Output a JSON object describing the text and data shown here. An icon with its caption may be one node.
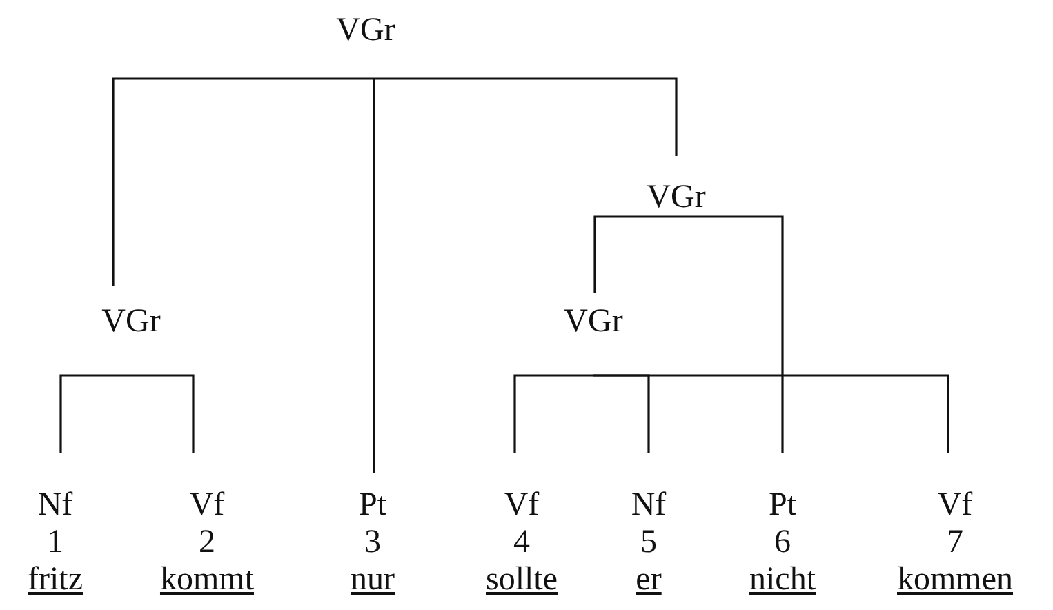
{
  "diagram": {
    "nodes": [
      {
        "text": [
          "VGr"
        ]
      },
      {
        "text": [
          "VGr"
        ]
      },
      {
        "text": [
          "VGr"
        ]
      },
      {
        "text": [
          "VGr"
        ]
      },
      {
        "text": [
          "Nf",
          "1",
          "fritz"
        ]
      },
      {
        "text": [
          "Vf",
          "2",
          "kommt"
        ]
      },
      {
        "text": [
          "Pt",
          "3",
          "nur"
        ]
      },
      {
        "text": [
          "Vf",
          "4",
          "sollte"
        ]
      },
      {
        "text": [
          "Nf",
          "5",
          "er"
        ]
      },
      {
        "text": [
          "Pt",
          "6",
          "nicht"
        ]
      },
      {
        "text": [
          "Vf",
          "7",
          "kommen"
        ]
      }
    ],
    "edges": [
      {
        "from": 0,
        "to": 1,
        "arrow": "none"
      },
      {
        "from": 0,
        "to": 6,
        "arrow": "none"
      },
      {
        "from": 0,
        "to": 2,
        "arrow": "none"
      },
      {
        "from": 2,
        "to": 3,
        "arrow": "none"
      },
      {
        "from": 2,
        "to": 9,
        "arrow": "none"
      },
      {
        "from": 1,
        "to": 4,
        "arrow": "none"
      },
      {
        "from": 1,
        "to": 5,
        "arrow": "none"
      },
      {
        "from": 3,
        "to": 7,
        "arrow": "none"
      },
      {
        "from": 3,
        "to": 8,
        "arrow": "none"
      },
      {
        "from": 3,
        "to": 10,
        "arrow": "none"
      }
    ]
  }
}
